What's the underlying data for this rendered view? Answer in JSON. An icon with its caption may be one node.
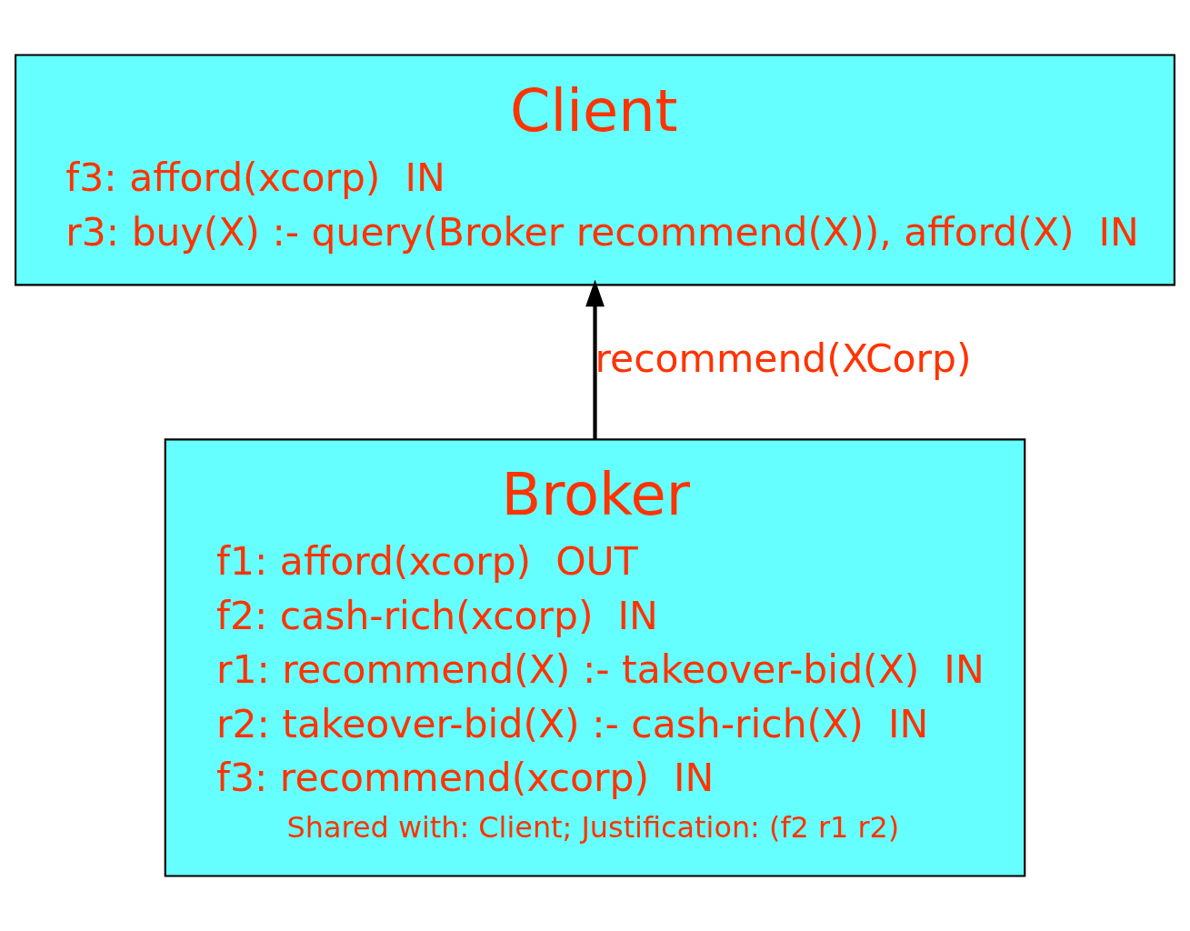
{
  "diagram": {
    "nodes": [
      {
        "text": [
          "Client",
          "f3: afford(xcorp)  IN",
          "r3: buy(X) :- query(Broker recommend(X)), afford(X)  IN"
        ]
      },
      {
        "text": [
          "Broker",
          "f1: afford(xcorp)  OUT",
          "f2: cash-rich(xcorp)  IN",
          "r1: recommend(X) :- takeover-bid(X)  IN",
          "r2: takeover-bid(X) :- cash-rich(X)  IN",
          "f3: recommend(xcorp)  IN",
          "Shared with: Client; Justification: (f2 r1 r2)"
        ]
      }
    ],
    "edges": [
      {
        "from": 1,
        "to": 0,
        "arrow": "to",
        "label": "recommend(XCorp)"
      }
    ]
  }
}
